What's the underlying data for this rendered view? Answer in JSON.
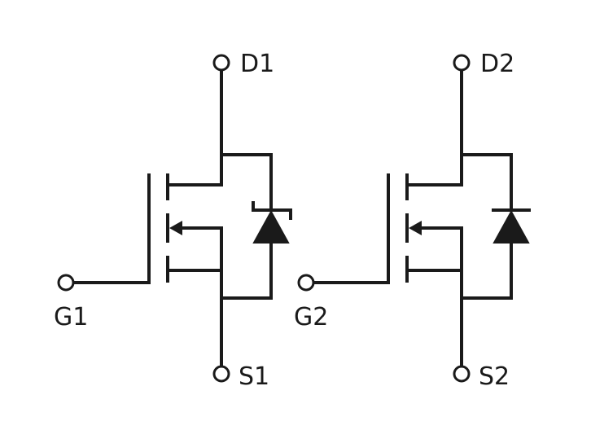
{
  "labels": {
    "d1": "D1",
    "g1": "G1",
    "s1": "S1",
    "d2": "D2",
    "g2": "G2",
    "s2": "S2"
  },
  "colors": {
    "ink": "#1a1a1a",
    "background": "#ffffff"
  }
}
